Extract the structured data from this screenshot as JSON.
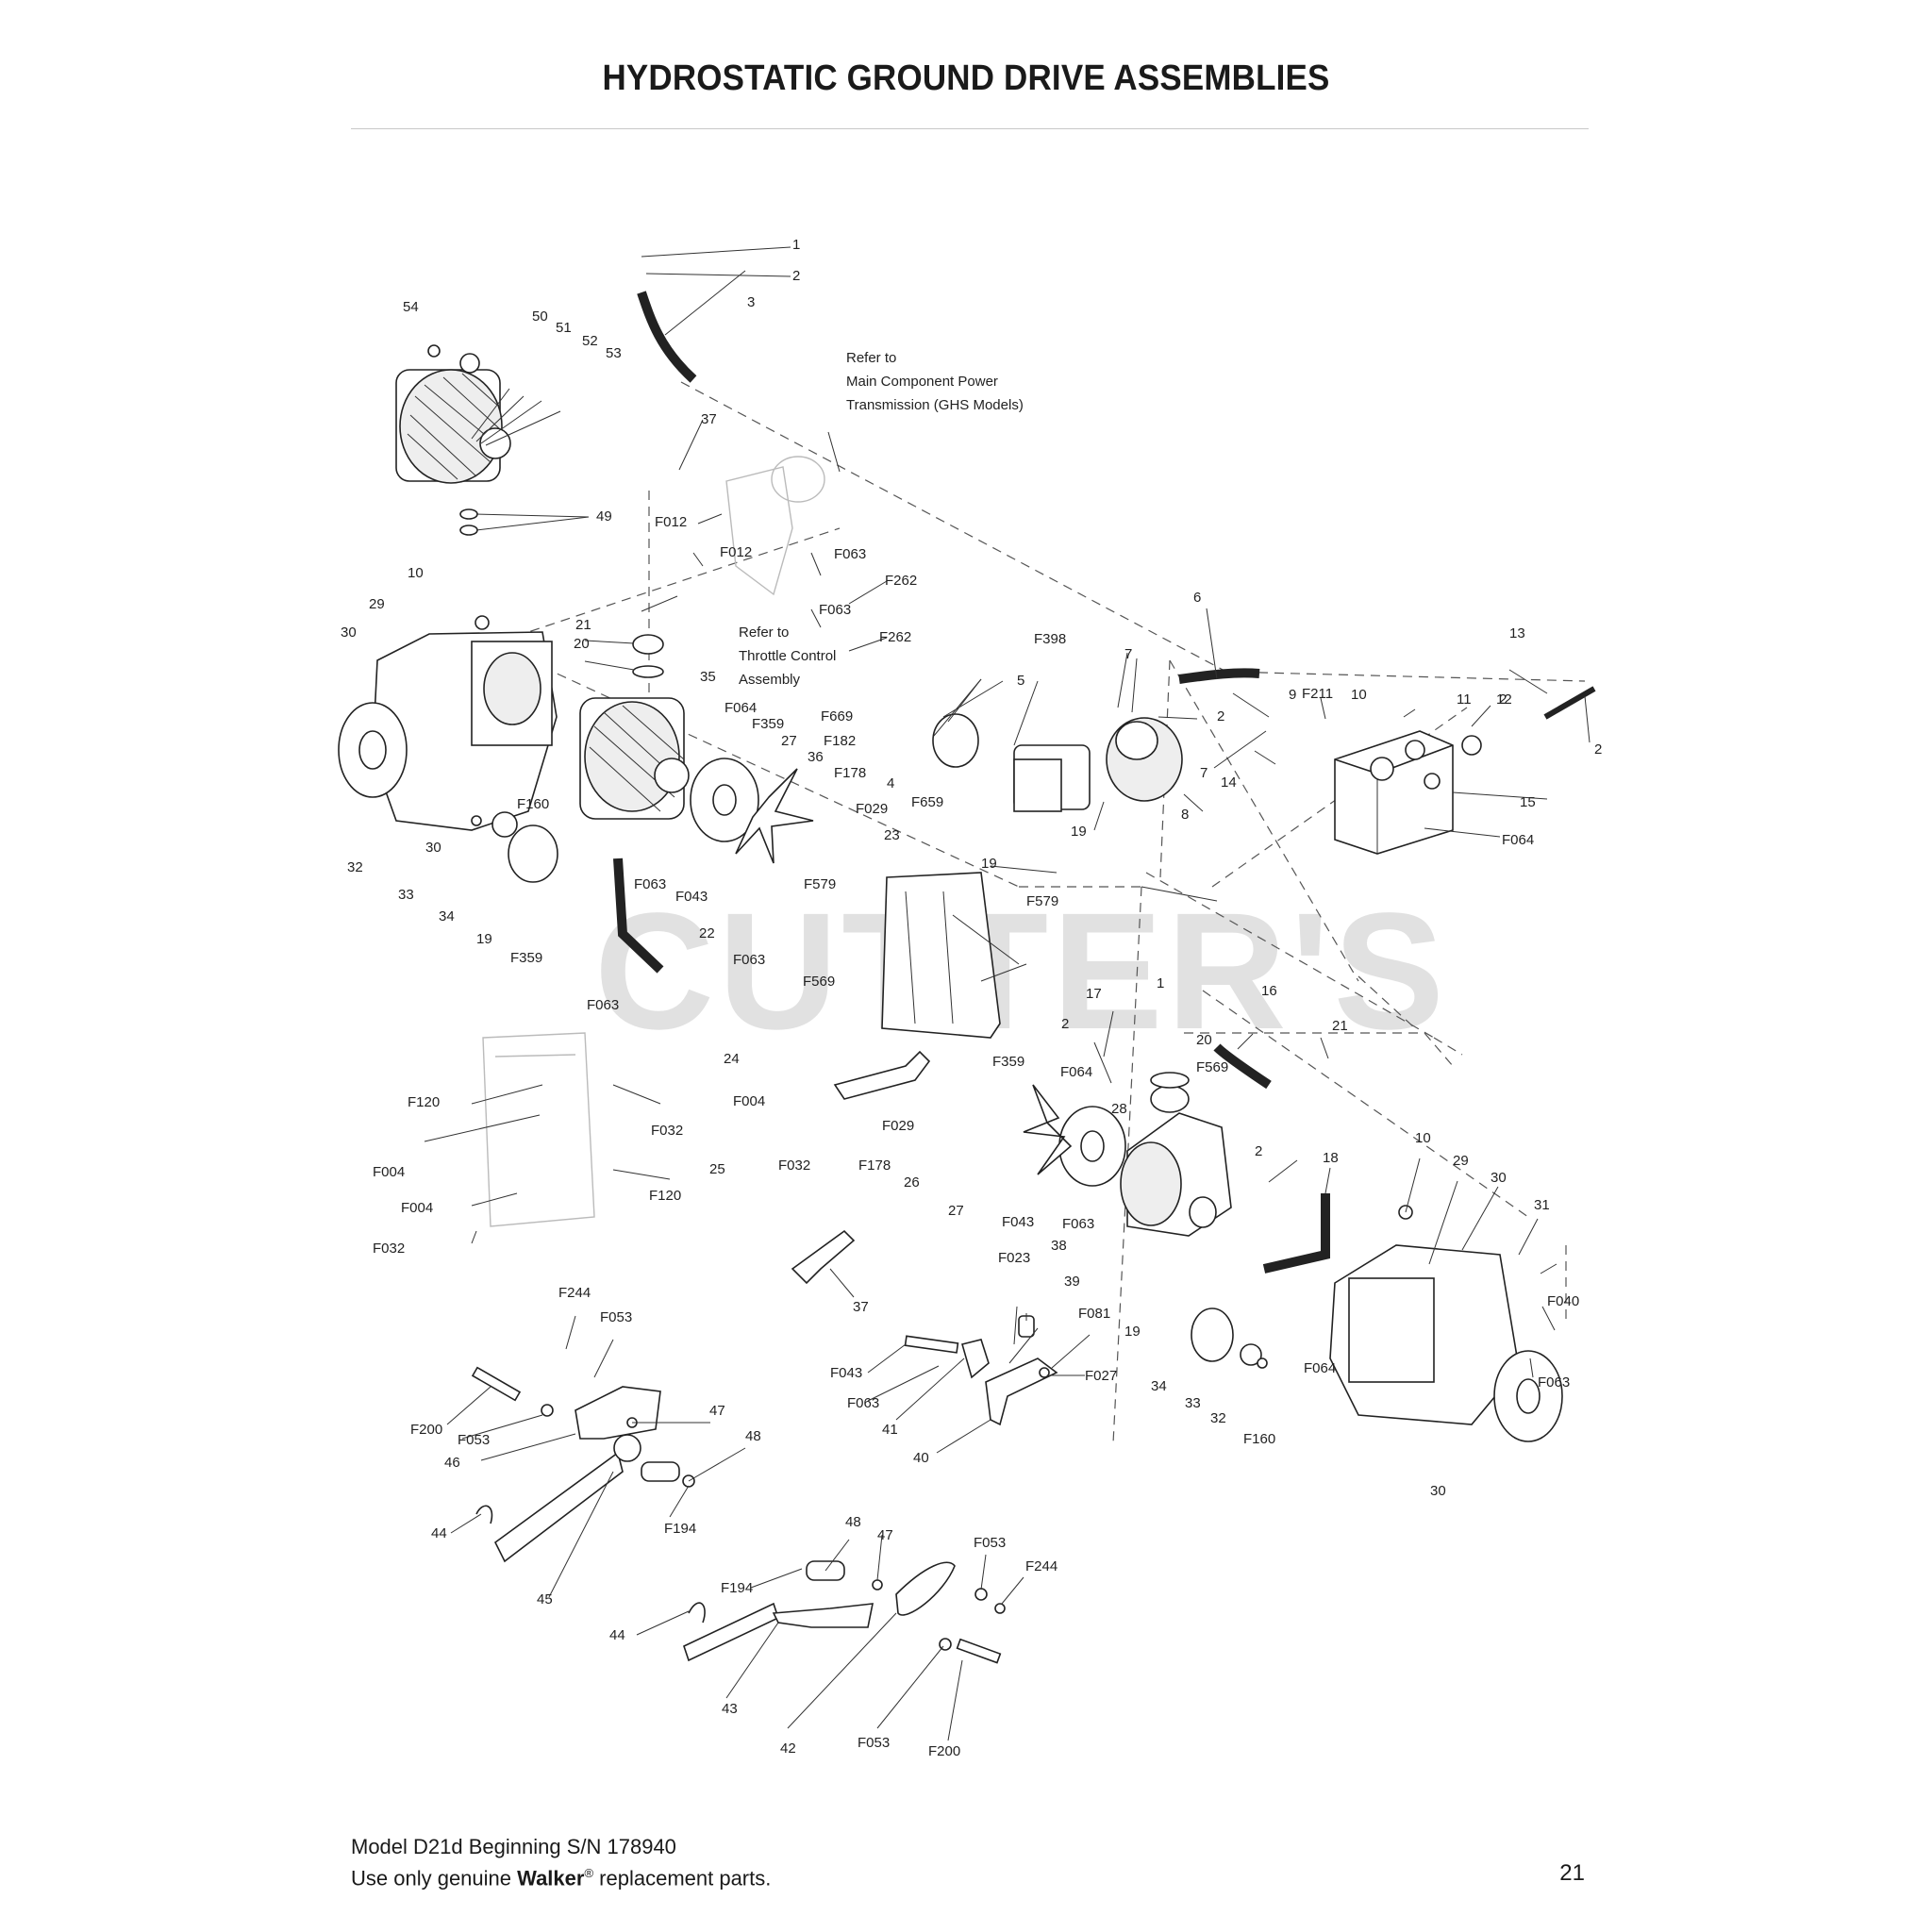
{
  "title": "HYDROSTATIC GROUND DRIVE ASSEMBLIES",
  "watermark": "CUTTER'S",
  "notes": {
    "main_component": [
      "Refer to",
      "Main Component Power",
      "Transmission (GHS Models)"
    ],
    "throttle": [
      "Refer to",
      "Throttle Control",
      "Assembly"
    ]
  },
  "callouts": [
    "1",
    "2",
    "3",
    "54",
    "50",
    "51",
    "52",
    "53",
    "37",
    "49",
    "F012",
    "F012",
    "F063",
    "F262",
    "F063",
    "F262",
    "10",
    "29",
    "30",
    "21",
    "20",
    "35",
    "F064",
    "F359",
    "27",
    "36",
    "F178",
    "F029",
    "F669",
    "F182",
    "4",
    "F659",
    "23",
    "F398",
    "5",
    "7",
    "2",
    "6",
    "8",
    "19",
    "19",
    "9",
    "F211",
    "10",
    "11",
    "12",
    "2",
    "13",
    "2",
    "7",
    "14",
    "15",
    "F064",
    "F160",
    "30",
    "32",
    "33",
    "34",
    "19",
    "F359",
    "F063",
    "F043",
    "22",
    "F063",
    "F579",
    "F579",
    "F063",
    "F569",
    "2",
    "1",
    "17",
    "16",
    "21",
    "20",
    "F569",
    "24",
    "F004",
    "F359",
    "F064",
    "28",
    "25",
    "F032",
    "F029",
    "F178",
    "26",
    "27",
    "F043",
    "F063",
    "2",
    "18",
    "10",
    "29",
    "30",
    "31",
    "F040",
    "F063",
    "F120",
    "F032",
    "F004",
    "F120",
    "F004",
    "F032",
    "37",
    "F023",
    "38",
    "39",
    "F081",
    "F027",
    "19",
    "F064",
    "34",
    "33",
    "32",
    "F160",
    "30",
    "F244",
    "F053",
    "F200",
    "F053",
    "46",
    "47",
    "48",
    "F194",
    "44",
    "45",
    "F043",
    "F063",
    "41",
    "40",
    "48",
    "47",
    "F053",
    "F244",
    "F194",
    "44",
    "43",
    "42",
    "F053",
    "F200"
  ],
  "footer": {
    "model_line": "Model D21d Beginning S/N 178940",
    "parts_prefix": "Use only genuine ",
    "brand": "Walker",
    "registered_mark": "®",
    "parts_suffix": " replacement parts."
  },
  "page_number": "21"
}
